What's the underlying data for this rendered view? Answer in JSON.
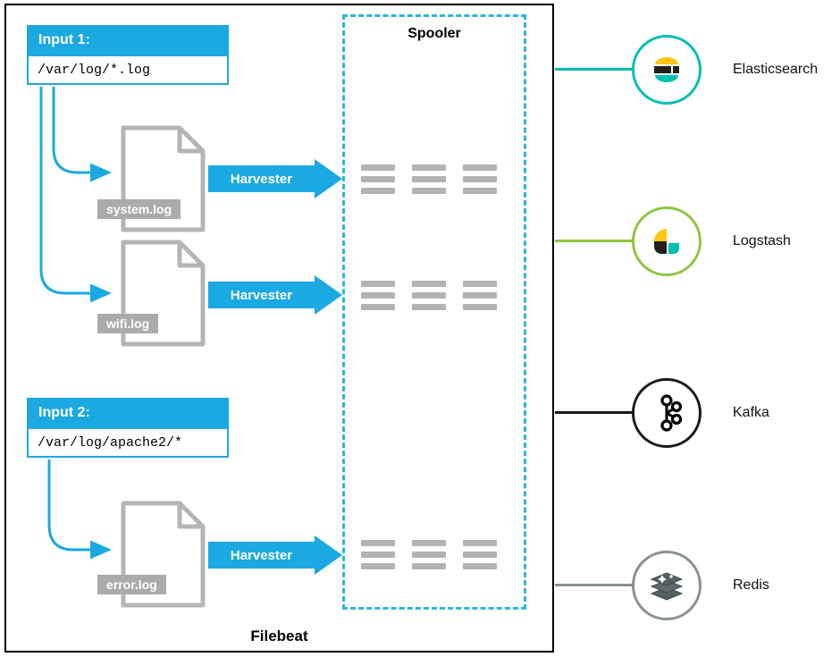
{
  "diagram": {
    "container_label": "Filebeat",
    "spooler": {
      "label": "Spooler"
    },
    "harvester": {
      "label": "Harvester"
    },
    "inputs": [
      {
        "label": "Input 1:",
        "path": "/var/log/*.log"
      },
      {
        "label": "Input 2:",
        "path": "/var/log/apache2/*"
      }
    ],
    "log_files": [
      {
        "name": "system.log"
      },
      {
        "name": "wifi.log"
      },
      {
        "name": "error.log"
      }
    ],
    "outputs": [
      {
        "name": "Elasticsearch",
        "color": "#00BFB3"
      },
      {
        "name": "Logstash",
        "color": "#8DC63F"
      },
      {
        "name": "Kafka",
        "color": "#1A1A1A"
      },
      {
        "name": "Redis",
        "color": "#8A9194"
      }
    ],
    "colors": {
      "accent_blue": "#1BA9E2",
      "spooler_border": "#29B7E0",
      "buffer_bar_gray": "#B3B3B3",
      "file_outline_gray": "#B5B5B5",
      "file_label_bg": "#ABABAB",
      "logo_yellow": "#FEC514",
      "logo_dark": "#231F20",
      "logo_teal": "#00BFB3"
    }
  }
}
